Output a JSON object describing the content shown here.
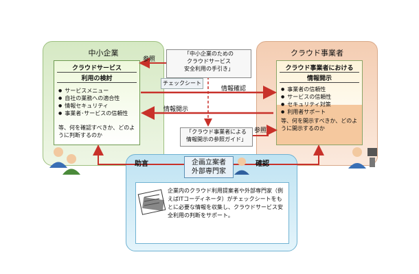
{
  "left": {
    "title": "中小企業",
    "box_title_line1": "クラウドサービス",
    "box_title_line2": "利用の検討",
    "items": [
      "サービスメニュー",
      "自社の業務への適合性",
      "情報セキュリティ",
      "事業者･サービスの信頼性"
    ],
    "note": "等、何を確認すべきか、どのように判断するのか"
  },
  "right": {
    "title": "クラウド事業者",
    "box_title_line1": "クラウド事業者における",
    "box_title_line2": "情報開示",
    "items": [
      "事業者の信頼性",
      "サービスの信頼性",
      "セキュリティ対策",
      "利用者サポート"
    ],
    "note": "等、何を開示すべきか、どのように開示するのか"
  },
  "center": {
    "guide1": "「中小企業のための クラウドサービス 安全利用の手引き」",
    "guide1_l1": "「中小企業のための",
    "guide1_l2": "クラウドサービス",
    "guide1_l3": "安全利用の手引き」",
    "checksheet": "チェックシート",
    "guide2_l1": "「クラウド事業者による",
    "guide2_l2": "情報開示の参照ガイド」",
    "ref_left": "参照",
    "ref_right": "参照",
    "info_check": "情報確認",
    "info_disclose": "情報開示"
  },
  "bottom": {
    "advice": "助言",
    "confirm": "確認",
    "planner_l1": "企画立案者",
    "planner_l2": "外部専門家",
    "text": "企業内のクラウド利用提案者や外部専門家（例えばITコーディネータ）がチェックシートをもとに必要な情報を収集し、クラウドサービス安全利用の判断をサポート。"
  },
  "colors": {
    "arrow_red": "#c8312a",
    "left_panel": "#d6e9c4",
    "right_panel": "#f4cdb2",
    "bottom_panel": "#bfe3f2"
  }
}
